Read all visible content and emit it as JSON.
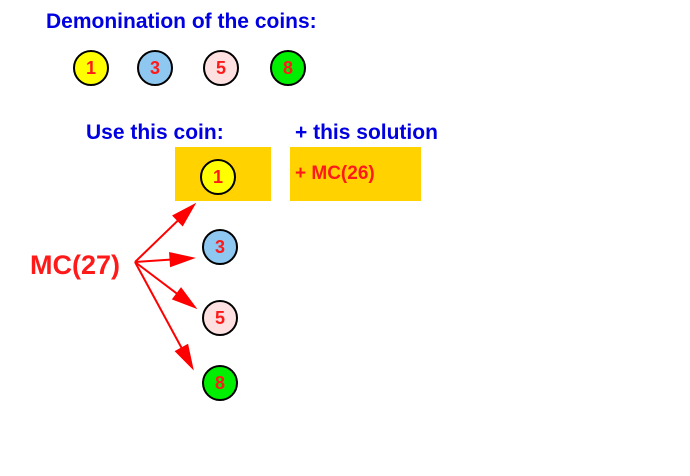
{
  "title": "Demonination of the coins:",
  "denominations": [
    {
      "label": "1",
      "color": "#ffff00"
    },
    {
      "label": "3",
      "color": "#8ec8f0"
    },
    {
      "label": "5",
      "color": "#ffe0e0"
    },
    {
      "label": "8",
      "color": "#00ee00"
    }
  ],
  "use_coin_label": "Use this coin:",
  "solution_label": "+ this solution",
  "main_node": "MC(27)",
  "choice_coins": [
    {
      "label": "1",
      "color": "#ffff00"
    },
    {
      "label": "3",
      "color": "#8ec8f0"
    },
    {
      "label": "5",
      "color": "#ffe0e0"
    },
    {
      "label": "8",
      "color": "#00ee00"
    }
  ],
  "subproblem": "+ MC(26)",
  "highlight_color": "#ffd200",
  "arrow_color": "#ff0000"
}
